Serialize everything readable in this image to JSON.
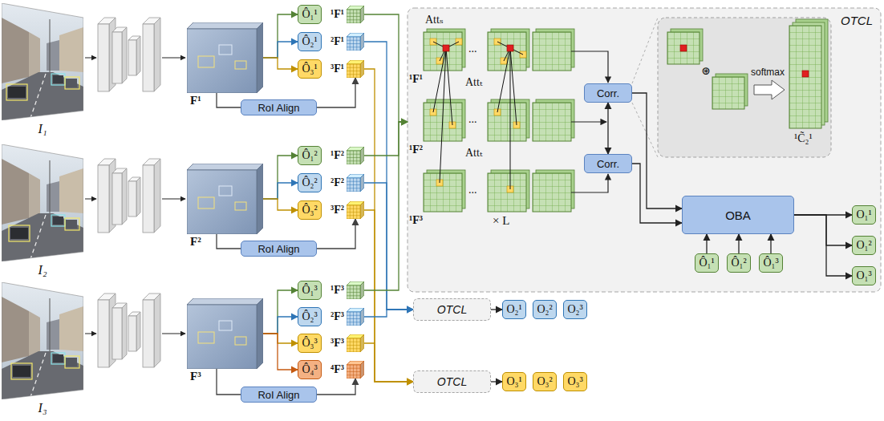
{
  "diagram": {
    "nodes": [
      {
        "text": [
          "I₁"
        ]
      },
      {
        "text": [
          "F¹"
        ]
      },
      {
        "text": [
          "Ô₁¹"
        ]
      },
      {
        "text": [
          "Ô₂¹"
        ]
      },
      {
        "text": [
          "Ô₃¹"
        ]
      },
      {
        "text": [
          "¹F¹"
        ]
      },
      {
        "text": [
          "²F¹"
        ]
      },
      {
        "text": [
          "³F¹"
        ]
      },
      {
        "text": [
          "RoI Align"
        ]
      },
      {
        "text": [
          "I₂"
        ]
      },
      {
        "text": [
          "F²"
        ]
      },
      {
        "text": [
          "Ô₁²"
        ]
      },
      {
        "text": [
          "Ô₂²"
        ]
      },
      {
        "text": [
          "Ô₃²"
        ]
      },
      {
        "text": [
          "¹F²"
        ]
      },
      {
        "text": [
          "²F²"
        ]
      },
      {
        "text": [
          "³F²"
        ]
      },
      {
        "text": [
          "RoI Align"
        ]
      },
      {
        "text": [
          "I₃"
        ]
      },
      {
        "text": [
          "F³"
        ]
      },
      {
        "text": [
          "Ô₁³"
        ]
      },
      {
        "text": [
          "Ô₂³"
        ]
      },
      {
        "text": [
          "Ô₃³"
        ]
      },
      {
        "text": [
          "Ô₄³"
        ]
      },
      {
        "text": [
          "¹F³"
        ]
      },
      {
        "text": [
          "²F³"
        ]
      },
      {
        "text": [
          "³F³"
        ]
      },
      {
        "text": [
          "⁴F³"
        ]
      },
      {
        "text": [
          "RoI Align"
        ]
      },
      {
        "text": [
          "OTCL"
        ]
      },
      {
        "text": [
          "Corr."
        ],
        "in": 29
      },
      {
        "text": [
          "Corr."
        ],
        "in": 29
      },
      {
        "text": [
          "⊛",
          "softmax",
          "¹C̃₂¹"
        ],
        "in": 29
      },
      {
        "text": [
          "OBA"
        ],
        "in": 29
      },
      {
        "text": [
          "Ô₁¹"
        ],
        "in": 29
      },
      {
        "text": [
          "Ô₁²"
        ],
        "in": 29
      },
      {
        "text": [
          "Ô₁³"
        ],
        "in": 29
      },
      {
        "text": [
          "O₁¹"
        ],
        "in": 29
      },
      {
        "text": [
          "O₁²"
        ],
        "in": 29
      },
      {
        "text": [
          "O₁³"
        ],
        "in": 29
      },
      {
        "text": [
          "OTCL"
        ]
      },
      {
        "text": [
          "O₂¹"
        ]
      },
      {
        "text": [
          "O₂²"
        ]
      },
      {
        "text": [
          "O₂³"
        ]
      },
      {
        "text": [
          "OTCL"
        ]
      },
      {
        "text": [
          "O₃¹"
        ]
      },
      {
        "text": [
          "O₃²"
        ]
      },
      {
        "text": [
          "O₃³"
        ]
      }
    ],
    "edges": [
      {
        "from": 1,
        "to": 2,
        "arrow": "to"
      },
      {
        "from": 1,
        "to": 3,
        "arrow": "to"
      },
      {
        "from": 1,
        "to": 4,
        "arrow": "to"
      },
      {
        "from": 1,
        "to": 8,
        "arrow": "none"
      },
      {
        "from": 8,
        "to": 7,
        "arrow": "to"
      },
      {
        "from": 5,
        "to": 29,
        "arrow": "to"
      },
      {
        "from": 6,
        "to": 40,
        "arrow": "to"
      },
      {
        "from": 7,
        "to": 44,
        "arrow": "to"
      },
      {
        "from": 10,
        "to": 11,
        "arrow": "to"
      },
      {
        "from": 10,
        "to": 12,
        "arrow": "to"
      },
      {
        "from": 10,
        "to": 13,
        "arrow": "to"
      },
      {
        "from": 10,
        "to": 17,
        "arrow": "none"
      },
      {
        "from": 17,
        "to": 16,
        "arrow": "to"
      },
      {
        "from": 14,
        "to": 29,
        "arrow": "to"
      },
      {
        "from": 15,
        "to": 40,
        "arrow": "to"
      },
      {
        "from": 16,
        "to": 44,
        "arrow": "to"
      },
      {
        "from": 19,
        "to": 20,
        "arrow": "to"
      },
      {
        "from": 19,
        "to": 21,
        "arrow": "to"
      },
      {
        "from": 19,
        "to": 22,
        "arrow": "to"
      },
      {
        "from": 19,
        "to": 23,
        "arrow": "to"
      },
      {
        "from": 19,
        "to": 28,
        "arrow": "none"
      },
      {
        "from": 28,
        "to": 27,
        "arrow": "to"
      },
      {
        "from": 24,
        "to": 29,
        "arrow": "to"
      },
      {
        "from": 25,
        "to": 40,
        "arrow": "to"
      },
      {
        "from": 26,
        "to": 44,
        "arrow": "to"
      },
      {
        "from": 30,
        "to": 31,
        "arrow": "both"
      },
      {
        "from": 30,
        "to": 33,
        "arrow": "to"
      },
      {
        "from": 31,
        "to": 33,
        "arrow": "to"
      },
      {
        "from": 34,
        "to": 33,
        "arrow": "to"
      },
      {
        "from": 35,
        "to": 33,
        "arrow": "to"
      },
      {
        "from": 36,
        "to": 33,
        "arrow": "to"
      },
      {
        "from": 33,
        "to": 37,
        "arrow": "to"
      },
      {
        "from": 33,
        "to": 38,
        "arrow": "to"
      },
      {
        "from": 33,
        "to": 39,
        "arrow": "to"
      },
      {
        "from": 40,
        "to": 41,
        "arrow": "to"
      },
      {
        "from": 44,
        "to": 45,
        "arrow": "to"
      }
    ],
    "labels": [
      "Attₛ",
      "Attₜ",
      "Attₜ",
      "¹F¹",
      "¹F²",
      "¹F³",
      "...",
      "...",
      "...",
      "× L"
    ]
  }
}
